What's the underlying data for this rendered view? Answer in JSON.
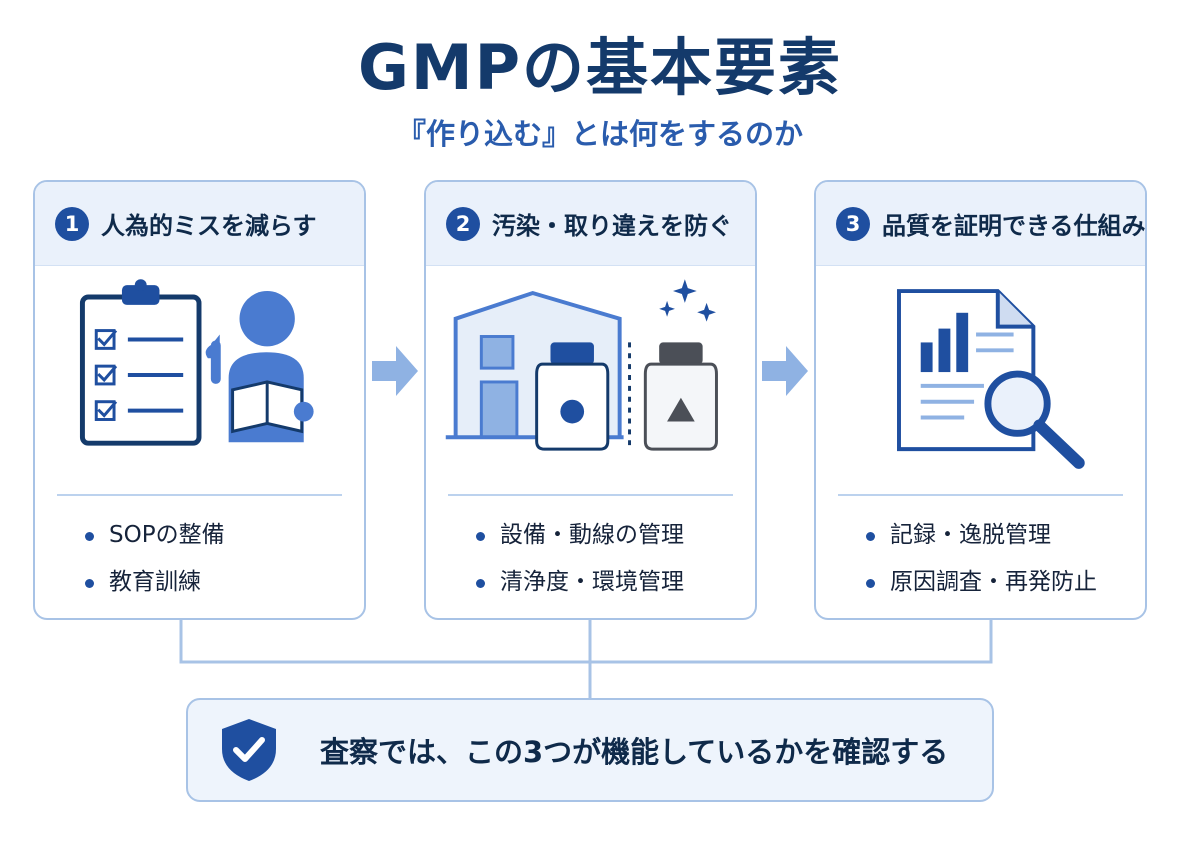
{
  "title": "GMPの基本要素",
  "subtitle": "『作り込む』とは何をするのか",
  "cards": [
    {
      "number": "1",
      "title": "人為的ミスを減らす",
      "bullets": [
        "SOPの整備",
        "教育訓練"
      ]
    },
    {
      "number": "2",
      "title": "汚染・取り違えを防ぐ",
      "bullets": [
        "設備・動線の管理",
        "清浄度・環境管理"
      ]
    },
    {
      "number": "3",
      "title": "品質を証明できる仕組み",
      "bullets": [
        "記録・逸脱管理",
        "原因調査・再発防止"
      ]
    }
  ],
  "footer": {
    "text": "査察では、この3つが機能しているかを確認する"
  },
  "colors": {
    "primary": "#1f4fa0",
    "title": "#143a6b",
    "accent": "#2a5cad",
    "light_blue": "#8fb2e3",
    "header_bg": "#eaf1fb",
    "border": "#a8c3e6"
  }
}
